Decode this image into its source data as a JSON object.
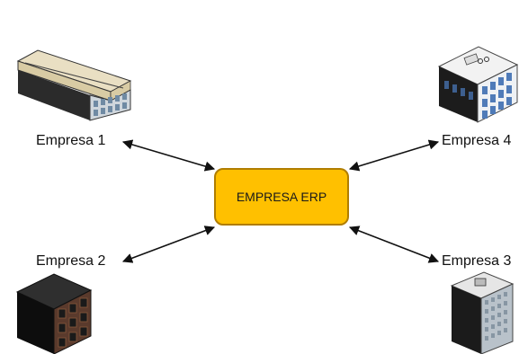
{
  "hub": {
    "label": "EMPRESA ERP",
    "color": "#ffc000",
    "border": "#b07d00"
  },
  "companies": [
    {
      "label": "Empresa 1",
      "icon": "low-beige-building-icon"
    },
    {
      "label": "Empresa 2",
      "icon": "brick-building-icon"
    },
    {
      "label": "Empresa 3",
      "icon": "tall-grey-tower-icon"
    },
    {
      "label": "Empresa 4",
      "icon": "blue-windows-building-icon"
    }
  ]
}
